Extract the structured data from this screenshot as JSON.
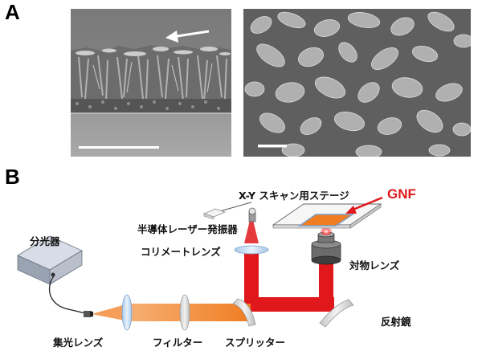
{
  "figure": {
    "panel_a_letter": "A",
    "panel_b_letter": "B"
  },
  "diagram": {
    "labels": {
      "stage": "X-Y スキャン用ステージ",
      "gnf": "GNF",
      "laser": "半導体レーザー発振器",
      "collimator": "コリメートレンズ",
      "objective": "対物レンズ",
      "spectrometer": "分光器",
      "focus_lens": "集光レンズ",
      "filter": "フィルター",
      "splitter": "スプリッター",
      "mirror": "反射鏡"
    },
    "colors": {
      "excitation_beam": "#e0181b",
      "signal_beam": "#f07d22",
      "gnf_label": "#e0181b",
      "gnf_sample": "#f07d22"
    }
  }
}
